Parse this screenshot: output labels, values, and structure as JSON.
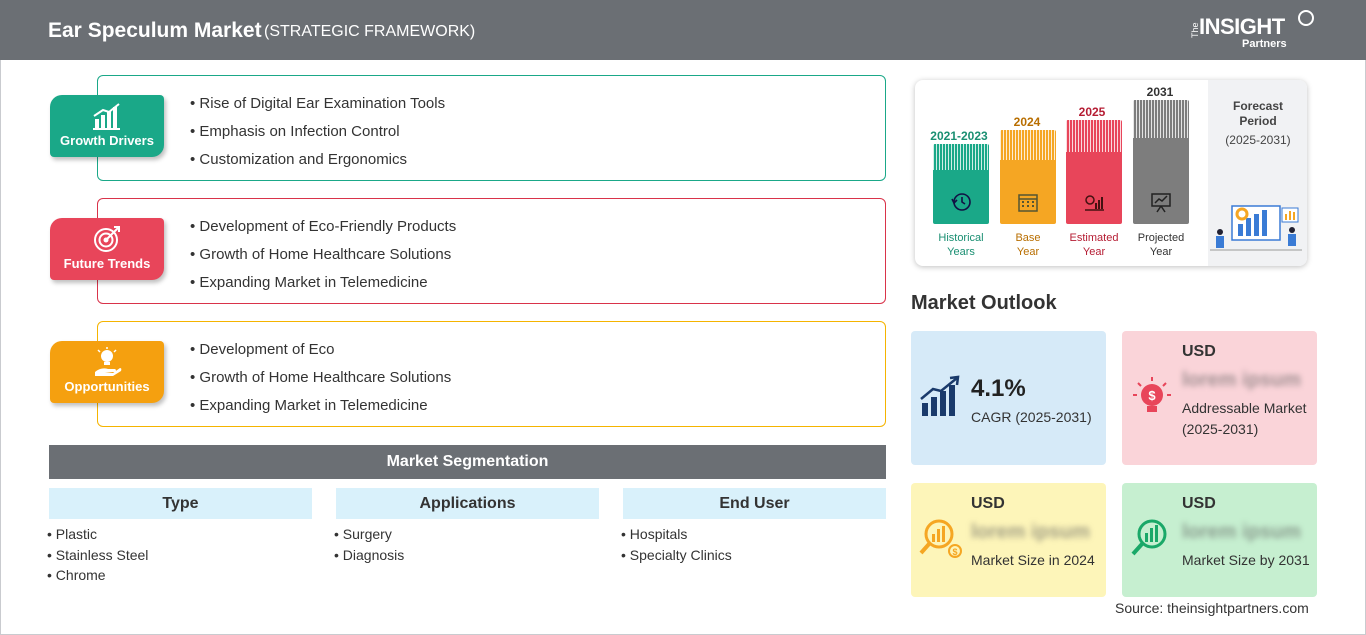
{
  "header": {
    "title": "Ear Speculum Market",
    "subtitle": "(STRATEGIC FRAMEWORK)",
    "logo": {
      "the": "The",
      "insight": "INSIGHT",
      "partners": "Partners"
    }
  },
  "categories": [
    {
      "label": "Growth Drivers",
      "icon": "bar-chart-icon",
      "color": "#1aa888",
      "items": [
        "Rise of Digital Ear Examination Tools",
        "Emphasis on Infection Control",
        "Customization and Ergonomics"
      ]
    },
    {
      "label": "Future Trends",
      "icon": "target-icon",
      "color": "#e8455a",
      "items": [
        "Development of Eco-Friendly Products",
        "Growth of Home Healthcare Solutions",
        "Expanding Market in Telemedicine"
      ]
    },
    {
      "label": "Opportunities",
      "icon": "lightbulb-hand-icon",
      "color": "#f5a623",
      "items": [
        "Development of Eco",
        "Growth of Home Healthcare Solutions",
        "Expanding Market in Telemedicine"
      ]
    }
  ],
  "segmentation": {
    "title": "Market Segmentation",
    "columns": [
      {
        "header": "Type",
        "items": [
          "Plastic",
          "Stainless Steel",
          "Chrome"
        ]
      },
      {
        "header": "Applications",
        "items": [
          "Surgery",
          "Diagnosis"
        ]
      },
      {
        "header": "End User",
        "items": [
          "Hospitals",
          "Specialty Clinics"
        ]
      }
    ]
  },
  "timeline": {
    "periods": [
      {
        "year": "2021-2023",
        "label_line1": "Historical",
        "label_line2": "Years",
        "color": "#1aa888",
        "text_color": "#1a8f72",
        "icon": "history-icon"
      },
      {
        "year": "2024",
        "label_line1": "Base",
        "label_line2": "Year",
        "color": "#f5a623",
        "text_color": "#b86e00",
        "icon": "calendar-icon"
      },
      {
        "year": "2025",
        "label_line1": "Estimated",
        "label_line2": "Year",
        "color": "#e8455a",
        "text_color": "#b51c33",
        "icon": "gear-chart-icon"
      },
      {
        "year": "2031",
        "label_line1": "Projected",
        "label_line2": "Year",
        "color": "#7d7d7d",
        "text_color": "#333333",
        "icon": "presentation-icon"
      }
    ],
    "forecast_title": "Forecast Period",
    "forecast_range": "(2025-2031)"
  },
  "outlook": {
    "title": "Market Outlook",
    "cagr": {
      "value": "4.1%",
      "label": "CAGR (2025-2031)",
      "color": "#d6eaf8",
      "icon": "growth-chart-icon"
    },
    "cards": [
      {
        "usd": "USD",
        "value": "lorem ipsum",
        "desc": "Addressable Market (2025-2031)",
        "color": "#fad4d9",
        "icon": "lightbulb-dollar-icon"
      },
      {
        "usd": "USD",
        "value": "lorem ipsum",
        "desc": "Market Size in 2024",
        "color": "#fdf5b9",
        "icon": "magnifier-chart-icon"
      },
      {
        "usd": "USD",
        "value": "lorem ipsum",
        "desc": "Market Size by 2031",
        "color": "#c6efd0",
        "icon": "magnifier-bars-icon"
      }
    ]
  },
  "source": "Source: theinsightpartners.com"
}
